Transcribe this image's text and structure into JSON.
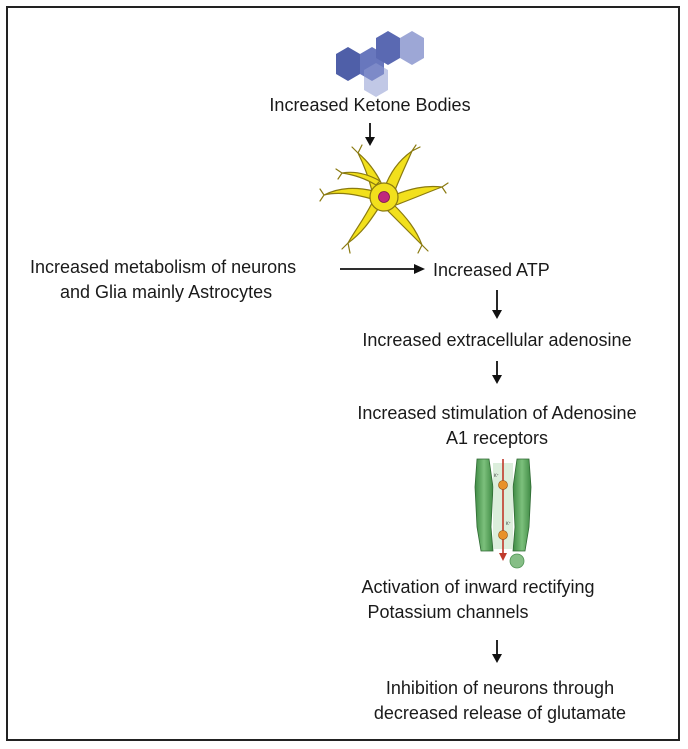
{
  "diagram": {
    "steps": {
      "ketone": {
        "lines": [
          "Increased Ketone Bodies"
        ]
      },
      "metabolism": {
        "lines": [
          "Increased metabolism of neurons",
          "and Glia mainly Astrocytes"
        ]
      },
      "atp": {
        "lines": [
          "Increased ATP"
        ]
      },
      "adenosine": {
        "lines": [
          "Increased extracellular adenosine"
        ]
      },
      "a1": {
        "lines": [
          "Increased stimulation of Adenosine",
          "A1 receptors"
        ]
      },
      "potassium": {
        "lines": [
          "Activation of inward rectifying",
          "Potassium channels"
        ]
      },
      "inhibition": {
        "lines": [
          "Inhibition of neurons through",
          "decreased release of glutamate"
        ]
      }
    },
    "icons": [
      "ketone-molecule-icon",
      "astrocyte-cell-icon",
      "potassium-channel-icon"
    ],
    "colors": {
      "molecule": "#5b6cb0",
      "astrocyte": "#f2e01c",
      "nucleus": "#c0287d",
      "channel": "#5fa860",
      "ion": "#e8922a",
      "arrow": "#111111"
    }
  }
}
